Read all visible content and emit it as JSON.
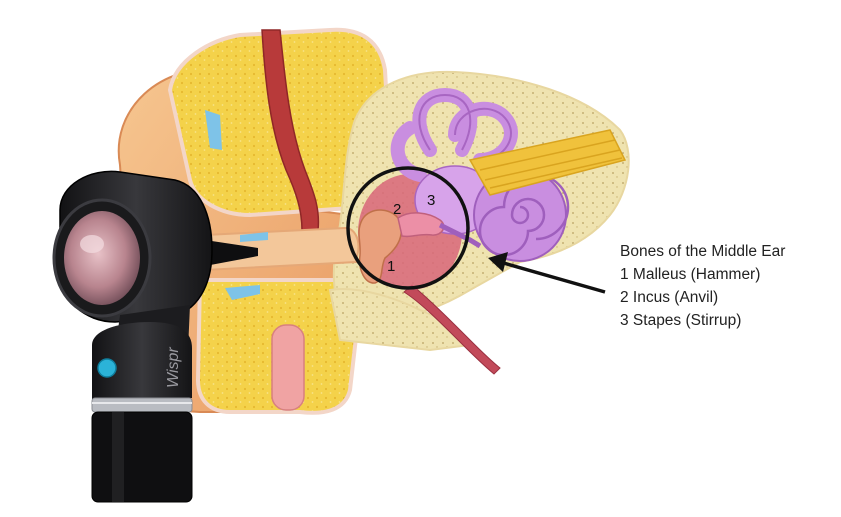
{
  "labels": {
    "malleus_marker": "1",
    "incus_marker": "2",
    "stapes_marker": "3"
  },
  "device": {
    "brand": "Wispr",
    "icon": "otoscope-icon"
  },
  "legend": {
    "title": "Bones of the Middle Ear",
    "items": [
      "1 Malleus (Hammer)",
      "2 Incus (Anvil)",
      "3 Stapes (Stirrup)"
    ]
  },
  "colors": {
    "bone_yellow": "#f4d24a",
    "bone_beige": "#efe3b0",
    "skin": "#f1b47e",
    "ear_canal": "#f3c79a",
    "inner_ear_purple": "#c98ee0",
    "ossicles": "#e9a07d",
    "nerve": "#f0c23c",
    "vessel_red": "#b83a3a",
    "device_black": "#1f1f22",
    "accent_cyan": "#2bb3d8"
  }
}
